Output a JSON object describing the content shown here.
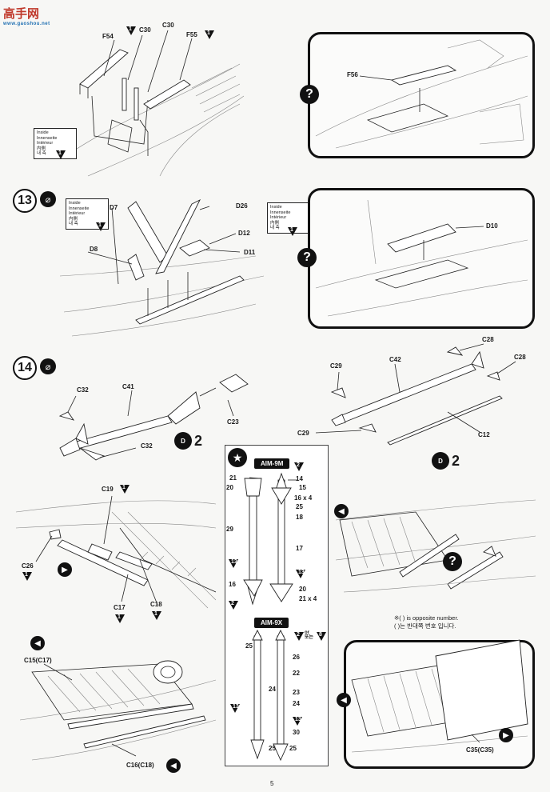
{
  "watermark": {
    "top": "高手网",
    "bottom": "www.gaoshou.net"
  },
  "steps": {
    "s13": "13",
    "s14": "14"
  },
  "hint": {
    "line1": "Inside",
    "line2": "Innenseite",
    "line3": "Intérieur",
    "line4": "内側",
    "line5": "내 측",
    "num": "1"
  },
  "top": {
    "labels": [
      "F54",
      "C30",
      "C30",
      "F55",
      "F56"
    ],
    "tri_nums": [
      "1",
      "1",
      "1"
    ]
  },
  "step13": {
    "labels": [
      "D7",
      "D8",
      "D26",
      "D12",
      "D11",
      "D10"
    ]
  },
  "step14": {
    "labels": [
      "C32",
      "C41",
      "C32",
      "C23",
      "C29",
      "C42",
      "C28",
      "C28",
      "C29",
      "C12"
    ],
    "pairs": [
      "2",
      "2"
    ],
    "view_icon": "D"
  },
  "bottom_left": {
    "labels": [
      "C19",
      "C26",
      "C17",
      "C18",
      "C15(C17)",
      "C16(C18)"
    ],
    "tri_nums": [
      "1",
      "1",
      "1",
      "1"
    ]
  },
  "missiles": {
    "aim9m": {
      "title": "AIM-9M",
      "tri_num": "2",
      "left_labels": [
        "21",
        "20",
        "29",
        "16"
      ],
      "right_labels": [
        "14",
        "15",
        "16 x 4",
        "25",
        "18",
        "17",
        "20",
        "21 x 4"
      ],
      "tri_nums": [
        "13",
        "13",
        "13",
        "2"
      ]
    },
    "aim9x": {
      "title": "AIM-9X",
      "or_text": "or",
      "or_kr": "또는",
      "tri_nums": [
        "2",
        "8",
        "13",
        "13"
      ],
      "left_labels": [
        "25",
        "24",
        "25"
      ],
      "right_labels": [
        "26",
        "22",
        "23",
        "24",
        "30",
        "25"
      ]
    }
  },
  "note": {
    "line1": "※( ) is opposite number.",
    "line2": "( )는 반대쪽 번호 입니다."
  },
  "bottom_right": {
    "labels": [
      "C35(C35)"
    ]
  },
  "page_number": "5"
}
